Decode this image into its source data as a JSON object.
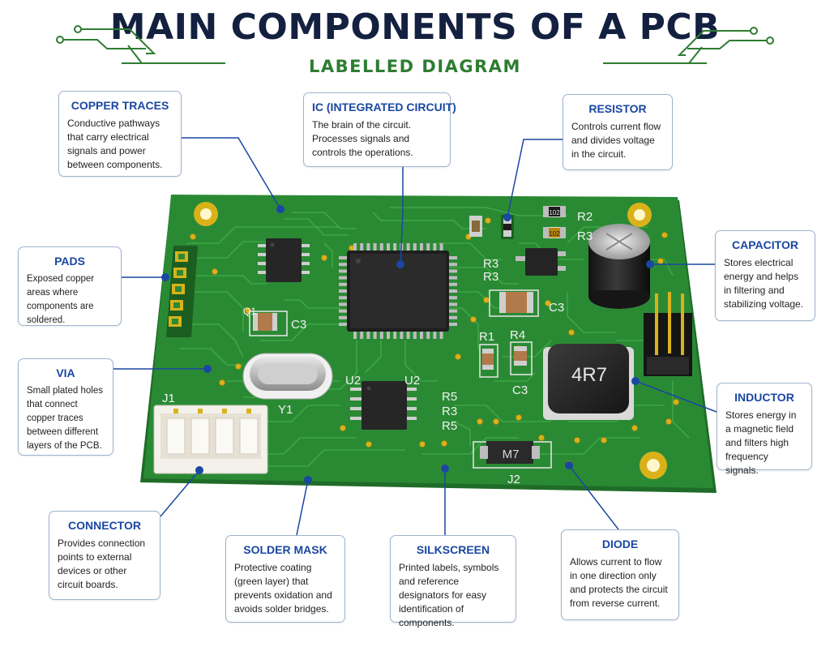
{
  "header": {
    "title": "MAIN COMPONENTS OF A PCB",
    "subtitle": "LABELLED DIAGRAM"
  },
  "colors": {
    "title": "#14203f",
    "subtitle": "#2e7d32",
    "accent_line": "#2e7d32",
    "callout_title": "#1a47a2",
    "callout_border": "#9fb3cf",
    "leader_line": "#1a47a2",
    "board": "#2a8a34",
    "board_dark": "#1f6b28",
    "trace": "#3fa845",
    "pad_gold": "#d9b21a",
    "chip": "#262626"
  },
  "callouts": {
    "copper_traces": {
      "title": "COPPER TRACES",
      "desc": "Conductive pathways that carry electrical signals and power between components."
    },
    "ic": {
      "title": "IC (INTEGRATED CIRCUIT)",
      "desc": "The brain of the circuit. Processes signals and controls the operations."
    },
    "resistor": {
      "title": "RESISTOR",
      "desc": "Controls current flow and divides voltage in the circuit."
    },
    "pads": {
      "title": "PADS",
      "desc": "Exposed copper areas where components are soldered."
    },
    "capacitor": {
      "title": "CAPACITOR",
      "desc": "Stores electrical energy and helps in filtering and stabilizing voltage."
    },
    "via": {
      "title": "VIA",
      "desc": "Small plated holes that connect copper traces between different layers of the PCB."
    },
    "inductor": {
      "title": "INDUCTOR",
      "desc": "Stores energy in a magnetic field and filters high frequency signals."
    },
    "connector": {
      "title": "CONNECTOR",
      "desc": "Provides connection points to external devices or other circuit boards."
    },
    "solder_mask": {
      "title": "SOLDER MASK",
      "desc": "Protective coating (green layer) that prevents oxidation and avoids solder bridges."
    },
    "silkscreen": {
      "title": "SILKSCREEN",
      "desc": "Printed labels, symbols and reference designators for easy identification of components."
    },
    "diode": {
      "title": "DIODE",
      "desc": "Allows current to flow in one direction only and protects the circuit from reverse current."
    }
  },
  "board_labels": {
    "j1": "J1",
    "y1": "Y1",
    "c3_left": "C3",
    "c3_right": "C3",
    "c3_lower": "C3",
    "u2_left": "U2",
    "u2_right": "U2",
    "r2_top": "R2",
    "r3_top": "R3",
    "r3_mid": "R3",
    "r3_mid2": "R3",
    "r1": "R1",
    "r4": "R4",
    "r5_a": "R5",
    "r3_low": "R3",
    "r5_b": "R5",
    "j2": "J2",
    "inductor_marking": "4R7",
    "diode_marking": "M7",
    "r2_body": "102",
    "r3_body": "102",
    "q1": "Q1"
  }
}
